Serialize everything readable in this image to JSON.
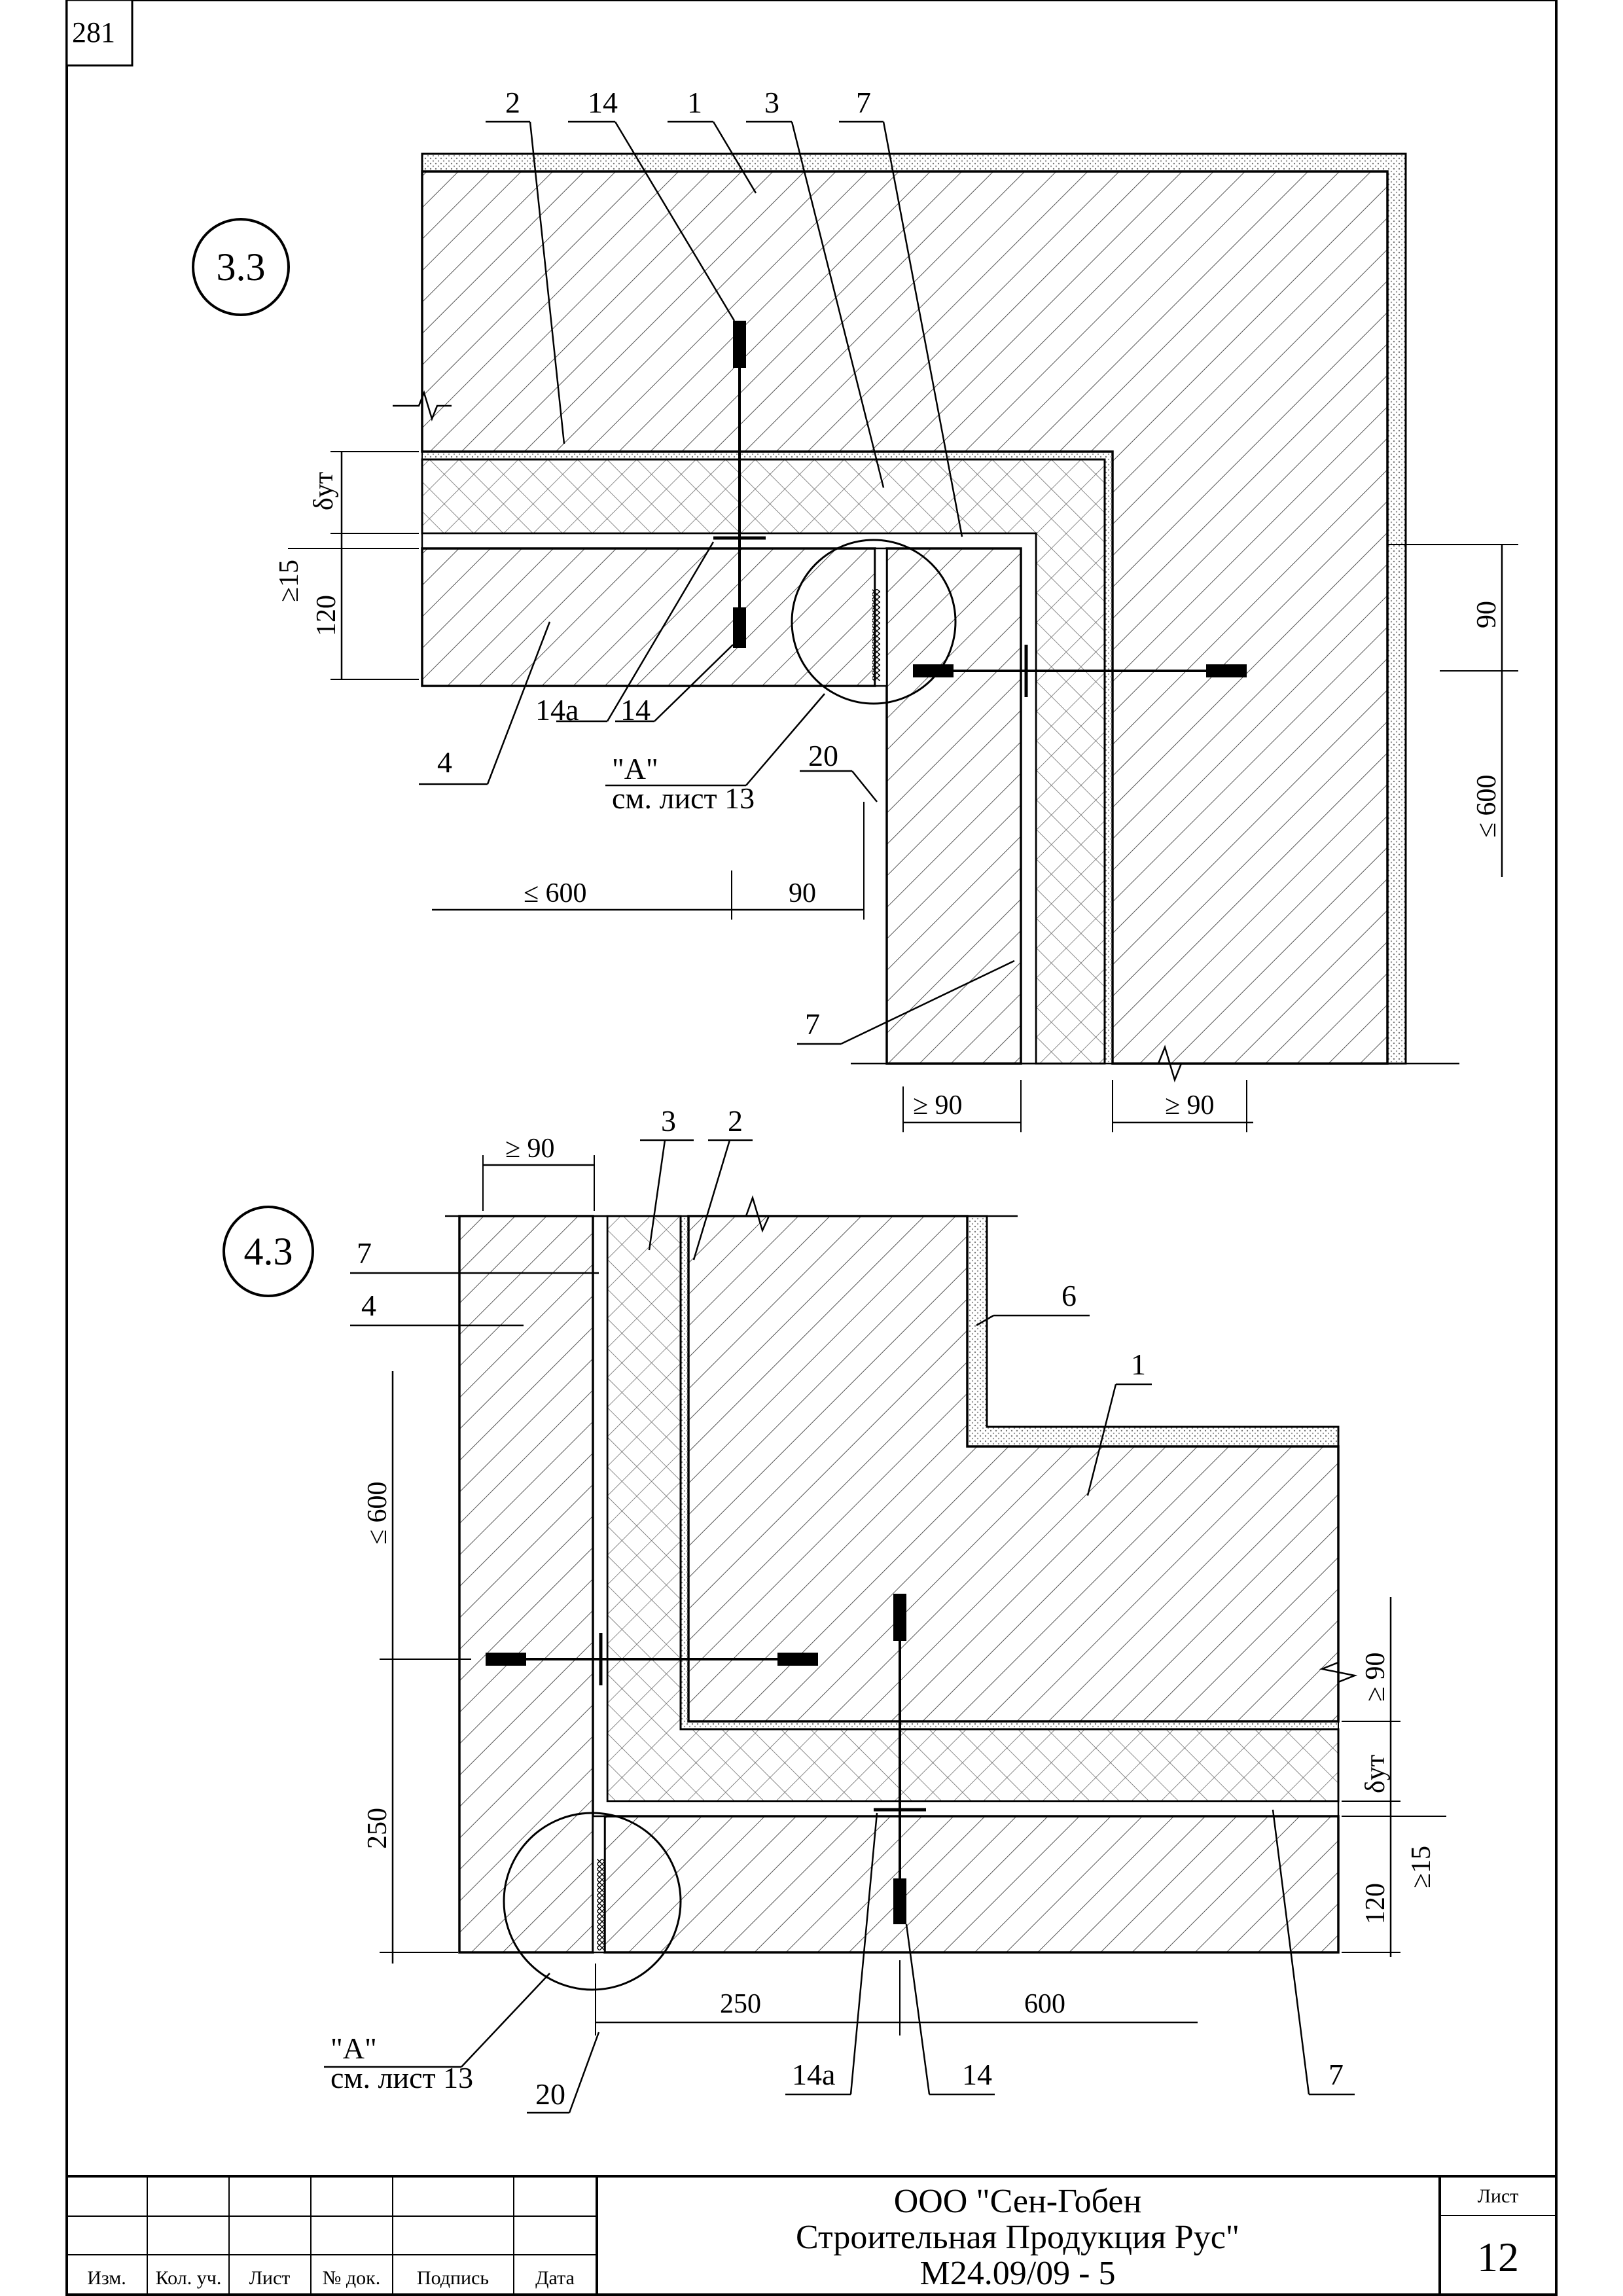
{
  "sheet_corner_number": "281",
  "detail_top": {
    "marker": "3.3",
    "callouts": [
      "2",
      "14",
      "1",
      "3",
      "7"
    ],
    "labels": {
      "l14a": "14а",
      "l14": "14",
      "l4": "4",
      "l7": "7",
      "lA": "\"А\"",
      "lA2": "см. лист 13",
      "l20": "20"
    },
    "dims": {
      "d_ut": "δут",
      "ge15": "≥15",
      "d120": "120",
      "le600": "≤ 600",
      "d90": "90",
      "r90": "90",
      "rle600": "≤ 600",
      "ge90a": "≥ 90",
      "ge90b": "≥ 90"
    }
  },
  "detail_bottom": {
    "marker": "4.3",
    "callouts": [
      "3",
      "2"
    ],
    "labels": {
      "l7": "7",
      "l4": "4",
      "l6": "6",
      "l1": "1",
      "l14a": "14а",
      "l14": "14",
      "l7b": "7",
      "lA": "\"А\"",
      "lA2": "см. лист 13",
      "l20": "20"
    },
    "dims": {
      "ge90top": "≥ 90",
      "le600": "≤ 600",
      "d250": "250",
      "d250h": "250",
      "d600h": "600",
      "ge90r": "≥ 90",
      "d_ut": "δут",
      "ge15": "≥15",
      "d120": "120"
    }
  },
  "title_block": {
    "headers": [
      "Изм.",
      "Кол. уч.",
      "Лист",
      "№ док.",
      "Подпись",
      "Дата"
    ],
    "company_line1": "ООО \"Сен-Гобен",
    "company_line2": "Строительная Продукция Рус\"",
    "doc_code": "М24.09/09 - 5",
    "sheet_label": "Лист",
    "sheet_number": "12"
  }
}
